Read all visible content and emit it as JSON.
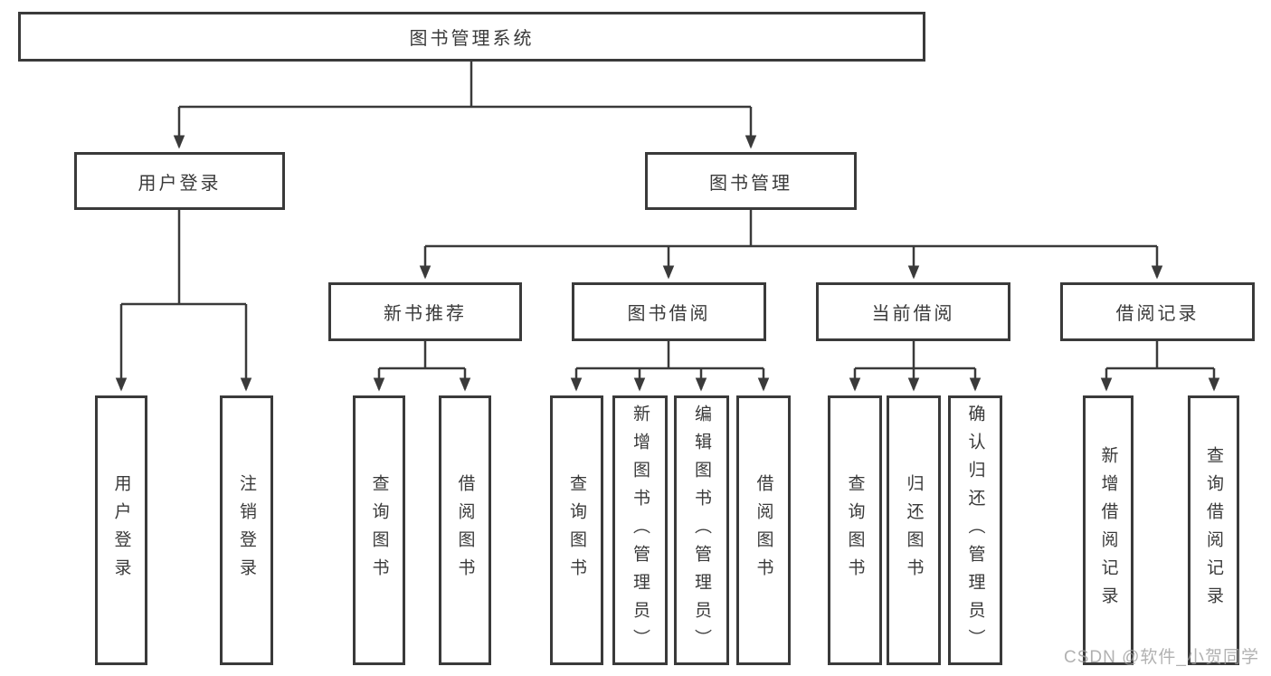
{
  "title": "图书管理系统",
  "watermark": "CSDN @软件_小贺同学",
  "colors": {
    "line": "#3a3a3a",
    "text": "#3a3a3a",
    "box_background": "#ffffff",
    "watermark": "#9e9e9e"
  },
  "tree": {
    "root": {
      "label": "图书管理系统"
    },
    "branches": [
      {
        "label": "用户登录",
        "children": [
          {
            "label": "用户登录"
          },
          {
            "label": "注销登录"
          }
        ]
      },
      {
        "label": "图书管理",
        "children": [
          {
            "label": "新书推荐",
            "children": [
              {
                "label": "查询图书"
              },
              {
                "label": "借阅图书"
              }
            ]
          },
          {
            "label": "图书借阅",
            "children": [
              {
                "label": "查询图书"
              },
              {
                "label": "新增图书（管理员）"
              },
              {
                "label": "编辑图书（管理员）"
              },
              {
                "label": "借阅图书"
              }
            ]
          },
          {
            "label": "当前借阅",
            "children": [
              {
                "label": "查询图书"
              },
              {
                "label": "归还图书"
              },
              {
                "label": "确认归还（管理员）"
              }
            ]
          },
          {
            "label": "借阅记录",
            "children": [
              {
                "label": "新增借阅记录"
              },
              {
                "label": "查询借阅记录"
              }
            ]
          }
        ]
      }
    ]
  }
}
